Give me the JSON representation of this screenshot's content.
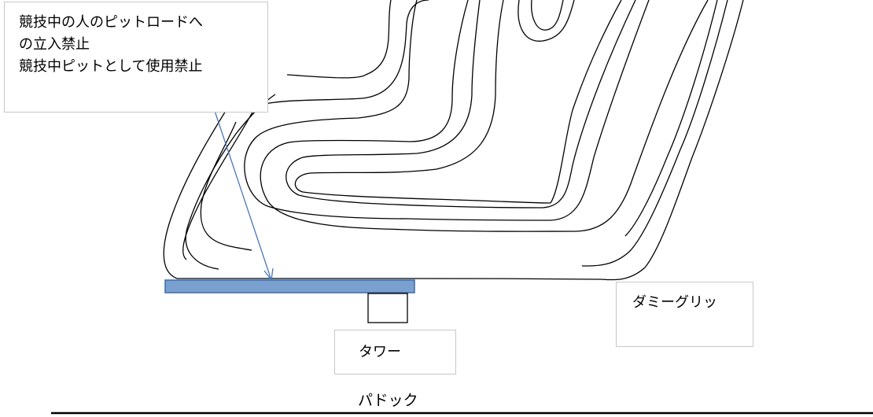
{
  "note": {
    "lines": [
      "競技中の人のピットロードへ",
      "の立入禁止",
      "競技中ピットとして使用禁止"
    ]
  },
  "labels": {
    "dummy_grid": "ダミーグリッ",
    "tower": "タワー",
    "paddock": "パドック"
  },
  "colors": {
    "pit_road_fill": "#7aa0d0",
    "pit_road_stroke": "#3d6aa8",
    "arrow": "#4a78b8",
    "track_line": "#000000",
    "box_border": "#c8c8c8"
  }
}
